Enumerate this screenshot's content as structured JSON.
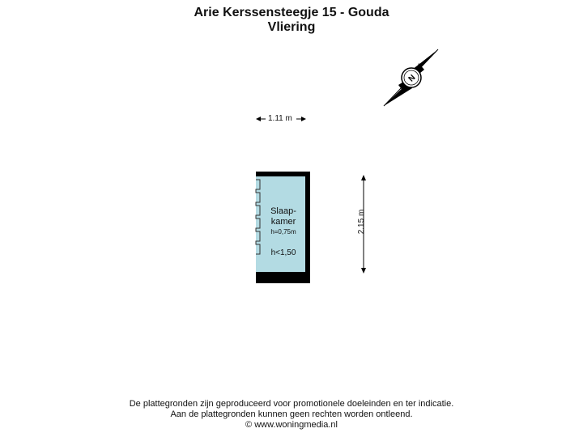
{
  "header": {
    "title": "Arie Kerssensteegje 15 - Gouda",
    "subtitle": "Vliering"
  },
  "dimensions": {
    "width": "1.11 m",
    "depth": "2.15 m"
  },
  "room": {
    "name_line1": "Slaap-",
    "name_line2": "kamer",
    "height_note": "h=0,75m",
    "low_height_note": "h<1,50",
    "fill_color": "#b3dbe3",
    "wall_color": "#000000"
  },
  "compass": {
    "label": "N"
  },
  "footer": {
    "line1": "De plattegronden zijn geproduceerd voor promotionele doeleinden en ter indicatie.",
    "line2": "Aan de plattegronden kunnen geen rechten worden ontleend.",
    "line3": "© www.woningmedia.nl"
  }
}
